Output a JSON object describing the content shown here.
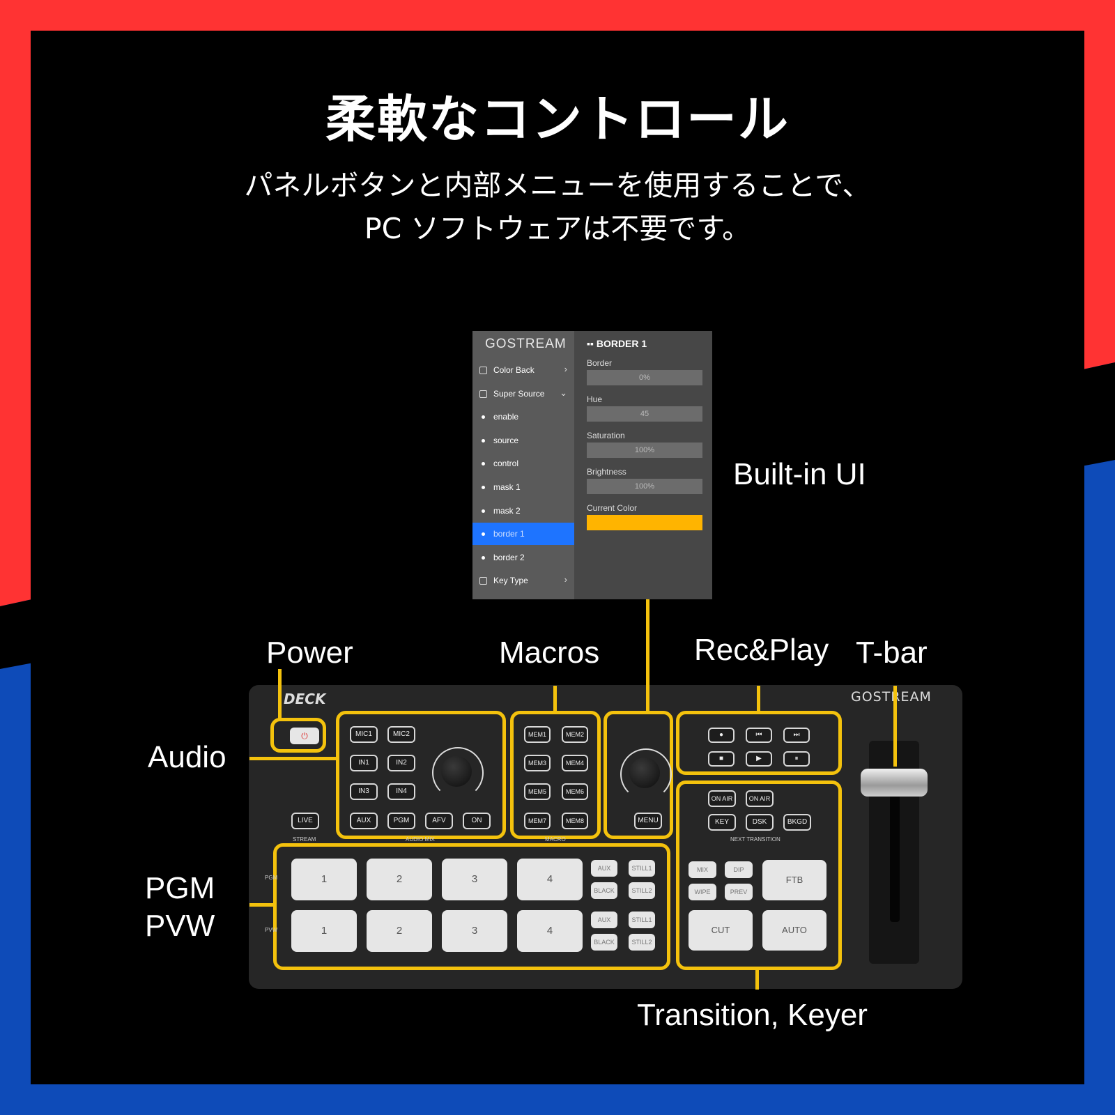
{
  "colors": {
    "red": "#ff3333",
    "blue": "#0e4bb8",
    "yellow": "#f4c20d",
    "ui_select": "#1e74ff",
    "current_color": "#ffb400"
  },
  "title": "柔軟なコントロール",
  "subtitle_line1": "パネルボタンと内部メニューを使用することで、",
  "subtitle_line2": "PC ソフトウェアは不要です。",
  "labels": {
    "builtin_ui": "Built-in UI",
    "power": "Power",
    "macros": "Macros",
    "recplay": "Rec&Play",
    "tbar": "T-bar",
    "audio": "Audio",
    "pgm": "PGM",
    "pvw": "PVW",
    "transition": "Transition, Keyer"
  },
  "ui_menu": {
    "logo": "GOSTREAM",
    "items": [
      {
        "label": "Color Back",
        "type": "folder",
        "chevron": "right"
      },
      {
        "label": "Super Source",
        "type": "folder",
        "chevron": "down"
      },
      {
        "label": "enable",
        "type": "dot"
      },
      {
        "label": "source",
        "type": "dot"
      },
      {
        "label": "control",
        "type": "dot"
      },
      {
        "label": "mask 1",
        "type": "dot"
      },
      {
        "label": "mask 2",
        "type": "dot"
      },
      {
        "label": "border 1",
        "type": "dot",
        "selected": true
      },
      {
        "label": "border 2",
        "type": "dot"
      },
      {
        "label": "Key Type",
        "type": "folder",
        "chevron": "right"
      }
    ],
    "panel_title": "BORDER 1",
    "fields": [
      {
        "label": "Border",
        "value": "0%"
      },
      {
        "label": "Hue",
        "value": "45"
      },
      {
        "label": "Saturation",
        "value": "100%"
      },
      {
        "label": "Brightness",
        "value": "100%"
      },
      {
        "label": "Current Color",
        "value": ""
      }
    ]
  },
  "device": {
    "model": "DECK",
    "brand": "GOSTREAM",
    "power": "⏻",
    "audio_keys": [
      "MIC1",
      "MIC2",
      "IN1",
      "IN2",
      "IN3",
      "IN4",
      "AUX",
      "PGM",
      "AFV",
      "ON"
    ],
    "live_key": "LIVE",
    "stream_label": "STREAM",
    "audio_mix_label": "AUDIO MIX",
    "macro_keys": [
      "MEM1",
      "MEM2",
      "MEM3",
      "MEM4",
      "MEM5",
      "MEM6",
      "MEM7",
      "MEM8"
    ],
    "macro_label": "MACRO",
    "menu_key": "MENU",
    "rec_icons": [
      "●",
      "⏮",
      "⏭",
      "■",
      "▶",
      "⏸"
    ],
    "keyer_keys": [
      "ON AIR",
      "ON AIR",
      "KEY",
      "DSK",
      "BKGD"
    ],
    "next_transition": "NEXT TRANSITION",
    "trans_small": [
      "MIX",
      "DIP",
      "WIPE",
      "PREV"
    ],
    "trans_big": [
      "FTB",
      "CUT",
      "AUTO"
    ],
    "pgm_row": [
      "1",
      "2",
      "3",
      "4"
    ],
    "pvw_row": [
      "1",
      "2",
      "3",
      "4"
    ],
    "side_keys": [
      "AUX",
      "STILL1",
      "BLACK",
      "STILL2"
    ],
    "row_pgm": "PGM",
    "row_pvw": "PVW"
  }
}
